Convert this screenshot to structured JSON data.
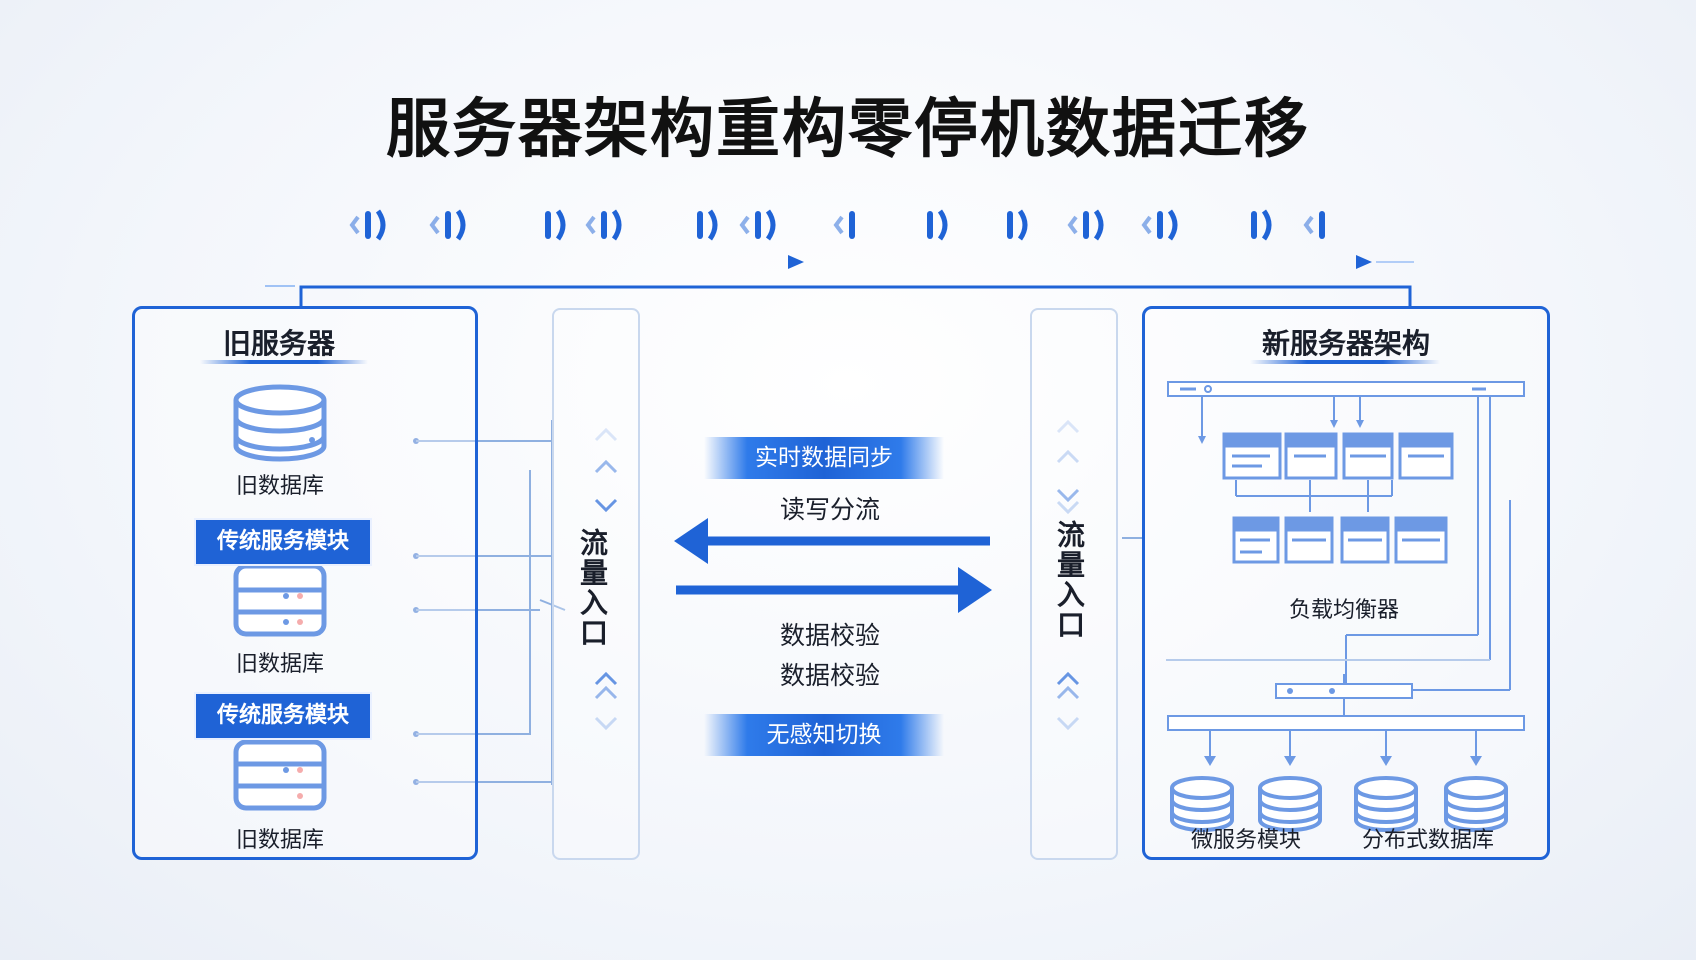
{
  "title": "服务器架构重构零停机数据迁移",
  "old_server": {
    "title": "旧服务器",
    "db_labels": [
      "旧数据库",
      "旧数据库",
      "旧数据库"
    ],
    "module_tags": [
      "传统服务模块",
      "传统服务模块"
    ]
  },
  "traffic_entry": {
    "left": "流量入口",
    "right": "流量入口"
  },
  "middle": {
    "sync_pill": "实时数据同步",
    "read_write": "读写分流",
    "verify_1": "数据校验",
    "verify_2": "数据校验",
    "switch_pill": "无感知切换"
  },
  "new_server": {
    "title": "新服务器架构",
    "load_balancer": "负载均衡器",
    "micro_service": "微服务模块",
    "distributed_db": "分布式数据库"
  },
  "colors": {
    "accent": "#1f63d6",
    "accent_light": "#4d8ff0",
    "line_light": "#c9d8ee"
  }
}
